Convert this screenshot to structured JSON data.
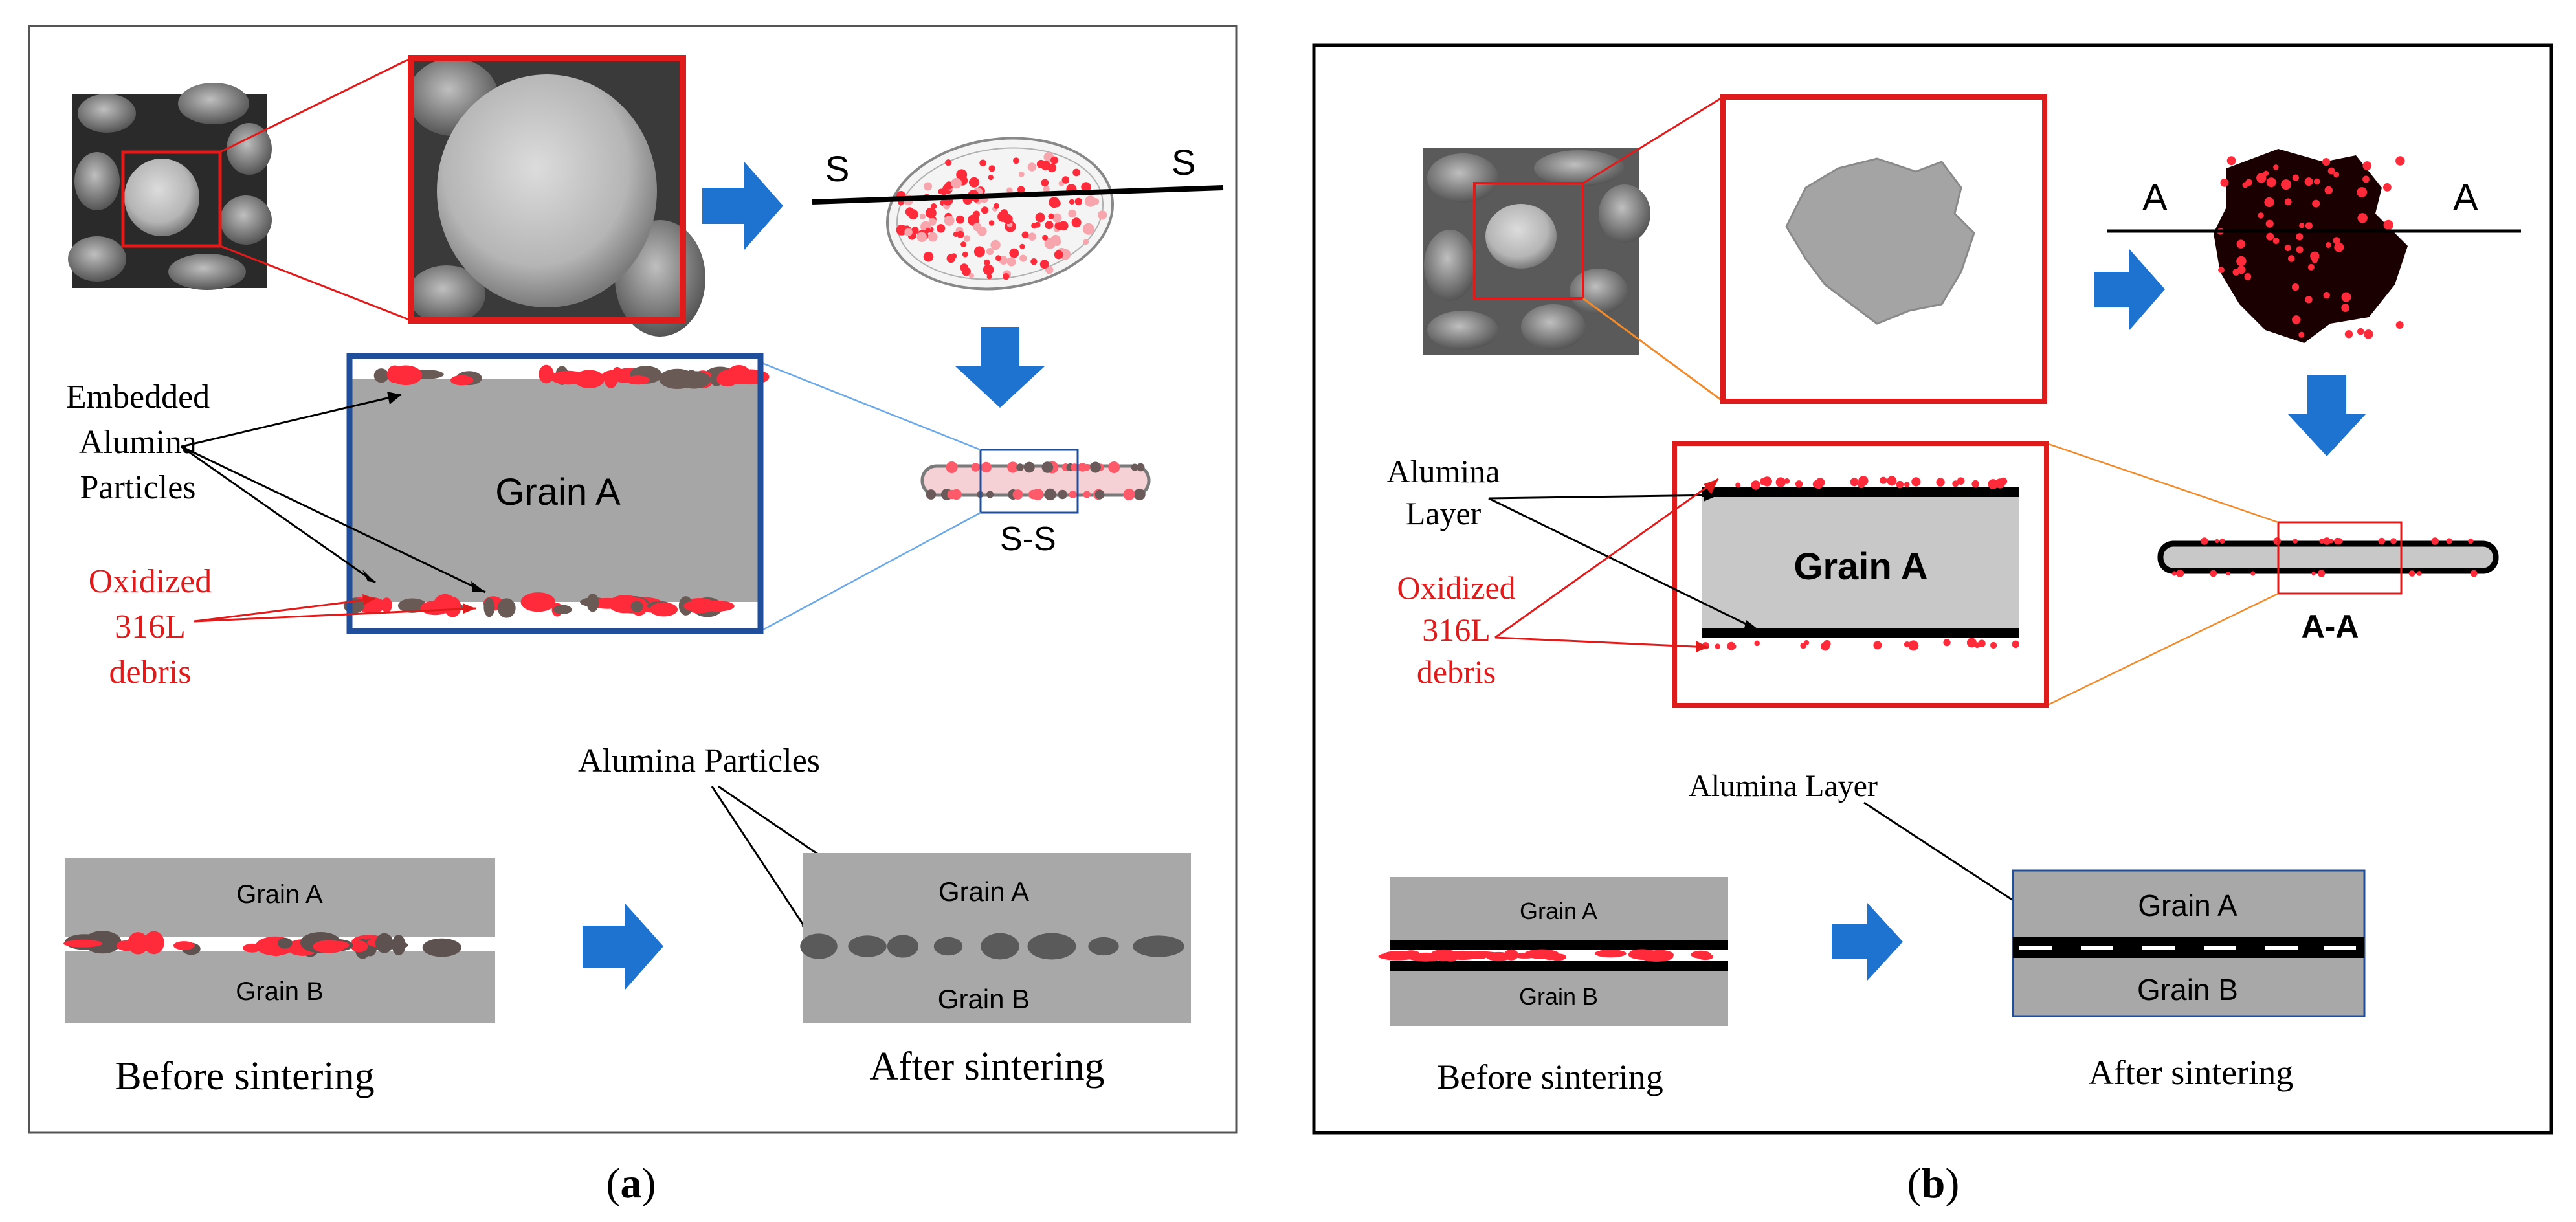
{
  "panel_a": {
    "section_label": "S",
    "section_title": "S-S",
    "grain_label": "Grain A",
    "embedded_label": [
      "Embedded",
      "Alumina",
      "Particles"
    ],
    "debris_label": [
      "Oxidized",
      "316L",
      "debris"
    ],
    "particles_label": "Alumina Particles",
    "grain_a": "Grain A",
    "grain_b": "Grain B",
    "before": "Before sintering",
    "after": "After sintering",
    "caption_open": "(",
    "caption_letter": "a",
    "caption_close": ")"
  },
  "panel_b": {
    "section_label": "A",
    "section_title": "A-A",
    "grain_label": "Grain A",
    "layer_label": [
      "Alumina",
      "Layer"
    ],
    "debris_label": [
      "Oxidized",
      "316L",
      "debris"
    ],
    "layer_label_bottom": "Alumina Layer",
    "grain_a": "Grain A",
    "grain_b": "Grain B",
    "before": "Before sintering",
    "after": "After sintering",
    "caption_open": "(",
    "caption_letter": "b",
    "caption_close": ")"
  },
  "colors": {
    "arrow_blue": "#1f73d0",
    "frame_red": "#e01b1b",
    "frame_blue": "#1f4f9c",
    "debris_red": "#ff2a3a",
    "grain_gray": "#a6a6a6",
    "grain_light": "#c8c8c8",
    "layer_black": "#000000"
  }
}
